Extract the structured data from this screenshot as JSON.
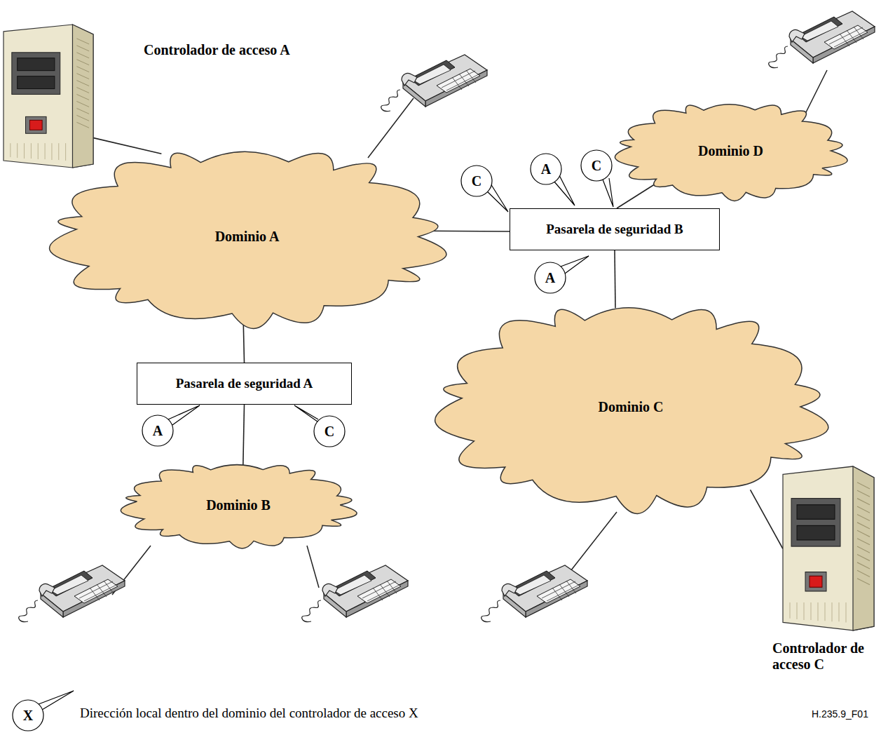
{
  "diagram": {
    "nodes": [
      {
        "text": [
          "Dominio A"
        ]
      },
      {
        "text": [
          "Dominio B"
        ]
      },
      {
        "text": [
          "Dominio C"
        ]
      },
      {
        "text": [
          "Dominio D"
        ]
      },
      {
        "text": [
          "Pasarela de seguridad A"
        ]
      },
      {
        "text": [
          "Pasarela de seguridad B"
        ]
      },
      {
        "text": [
          "Controlador de acceso A"
        ]
      },
      {
        "text": [
          "Controlador de acceso C"
        ]
      }
    ],
    "edges": [
      {
        "from": 0,
        "to": 4,
        "arrow": "none"
      },
      {
        "from": 4,
        "to": 1,
        "arrow": "none"
      },
      {
        "from": 0,
        "to": 5,
        "arrow": "none"
      },
      {
        "from": 5,
        "to": 3,
        "arrow": "none"
      },
      {
        "from": 5,
        "to": 2,
        "arrow": "none"
      },
      {
        "from": 6,
        "to": 0,
        "arrow": "none"
      },
      {
        "from": 2,
        "to": 7,
        "arrow": "none"
      }
    ],
    "labels": [
      "C",
      "A",
      "C",
      "A",
      "A",
      "C",
      "X",
      "H.235.9_F01"
    ],
    "legend": [
      {
        "text": "Dirección local dentro del dominio del controlador de acceso X"
      }
    ]
  }
}
